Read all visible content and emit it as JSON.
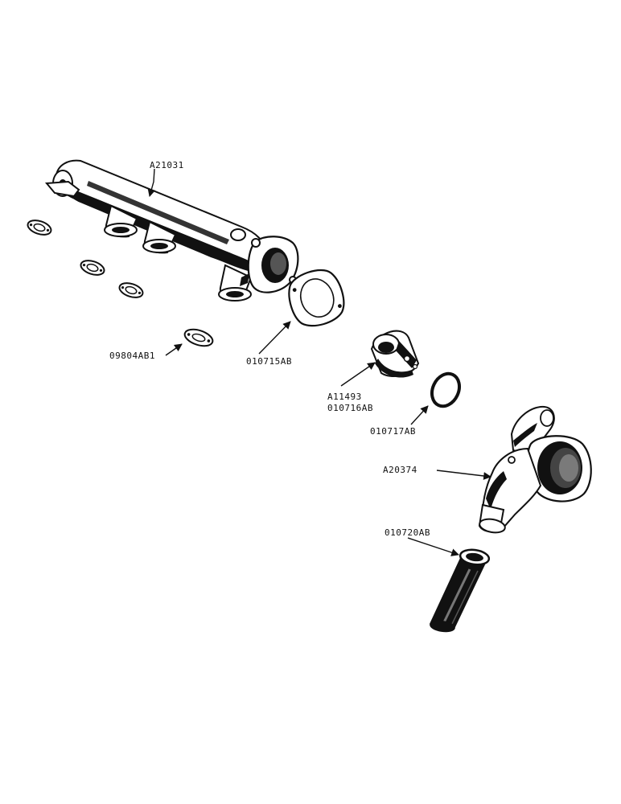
{
  "diagram": {
    "parts": [
      {
        "id": "manifold",
        "label": "A21031"
      },
      {
        "id": "port-gasket",
        "label": "09804AB1"
      },
      {
        "id": "flange-gasket",
        "label": "010715AB"
      },
      {
        "id": "thermostat",
        "label_line1": "A11493",
        "label_line2": "010716AB"
      },
      {
        "id": "o-ring",
        "label": "010717AB"
      },
      {
        "id": "outlet-elbow",
        "label": "A20374"
      },
      {
        "id": "hose",
        "label": "010720AB"
      }
    ]
  }
}
